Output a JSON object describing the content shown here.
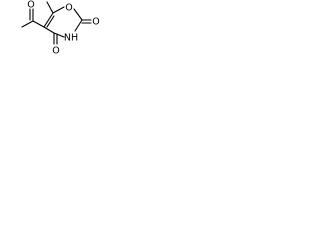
{
  "structure": {
    "atom_labels": {
      "ring_oxygen": "O",
      "carbonyl_oxygen_right": "O",
      "carbonyl_oxygen_bottom": "O",
      "nitrogen_h": "NH",
      "acetyl_oxygen": "O"
    }
  },
  "colors": {
    "bond": "#000000",
    "text": "#000000",
    "background": "#ffffff"
  }
}
